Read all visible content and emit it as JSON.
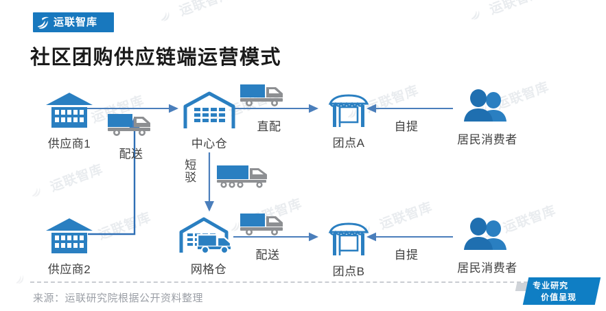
{
  "header": {
    "logo_text": "运联智库",
    "logo_icon": "swirl-logo-icon",
    "logo_bg": "#1878be",
    "title": "社区团购供应链端运营模式"
  },
  "colors": {
    "brand_blue": "#1878be",
    "icon_blue": "#2a7fc1",
    "arrow_blue": "#4a7ebb",
    "truck_gray": "#8d8f92",
    "text_dark": "#3f3f3f",
    "muted": "#9b9fa6"
  },
  "diagram": {
    "nodes": [
      {
        "id": "supplier1",
        "label": "供应商1",
        "icon": "factory-building-icon"
      },
      {
        "id": "center-warehouse",
        "label": "中心仓",
        "icon": "warehouse-icon"
      },
      {
        "id": "group-point-a",
        "label": "团点A",
        "icon": "storefront-icon"
      },
      {
        "id": "consumers-a",
        "label": "居民消费者",
        "icon": "consumers-icon"
      },
      {
        "id": "supplier2",
        "label": "供应商2",
        "icon": "factory-building-icon"
      },
      {
        "id": "grid-warehouse",
        "label": "网格仓",
        "icon": "warehouse-truck-icon"
      },
      {
        "id": "group-point-b",
        "label": "团点B",
        "icon": "storefront-icon"
      },
      {
        "id": "consumers-b",
        "label": "居民消费者",
        "icon": "consumers-icon"
      }
    ],
    "edges": [
      {
        "id": "s1-to-center",
        "label": "配送",
        "icon": "delivery-truck-icon"
      },
      {
        "id": "center-to-pointa",
        "label": "直配",
        "icon": "delivery-truck-icon"
      },
      {
        "id": "consumers-to-pointa",
        "label": "自提",
        "icon": null
      },
      {
        "id": "center-to-grid",
        "label": "短驳",
        "icon": "long-truck-icon"
      },
      {
        "id": "grid-to-pointb",
        "label": "配送",
        "icon": "delivery-truck-icon"
      },
      {
        "id": "consumers-to-pointb",
        "label": "自提",
        "icon": null
      },
      {
        "id": "s2-to-center",
        "label": "",
        "icon": null
      }
    ]
  },
  "footer": {
    "source": "来源：运联研究院根据公开资料整理",
    "badge_line1": "专业研究",
    "badge_line2": "价值呈现"
  },
  "watermark": {
    "text": "运联智库"
  }
}
